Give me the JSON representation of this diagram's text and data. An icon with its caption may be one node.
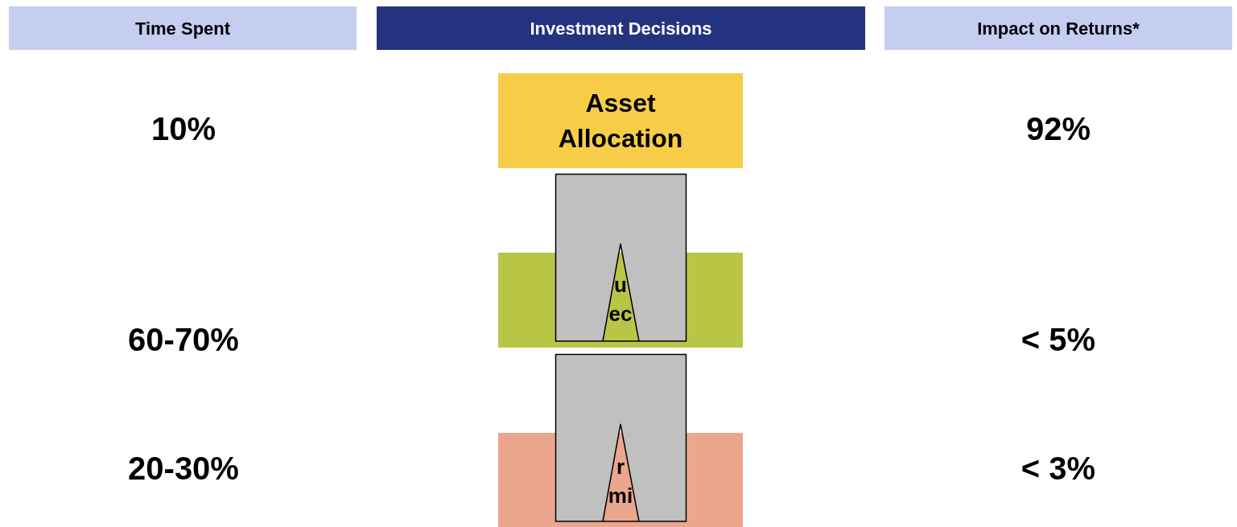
{
  "diagram": {
    "nodes": [
      {
        "text": [
          "Time Spent"
        ]
      },
      {
        "text": [
          "Investment Decisions"
        ]
      },
      {
        "text": [
          "Impact on Returns*"
        ]
      },
      {
        "text": [
          "Asset Allocation"
        ]
      },
      {
        "text": [
          "u ec"
        ]
      },
      {
        "text": [
          "r mi"
        ]
      }
    ],
    "labels": [
      "10%",
      "92%",
      "60-70%",
      "< 5%",
      "20-30%",
      "< 3%"
    ]
  }
}
